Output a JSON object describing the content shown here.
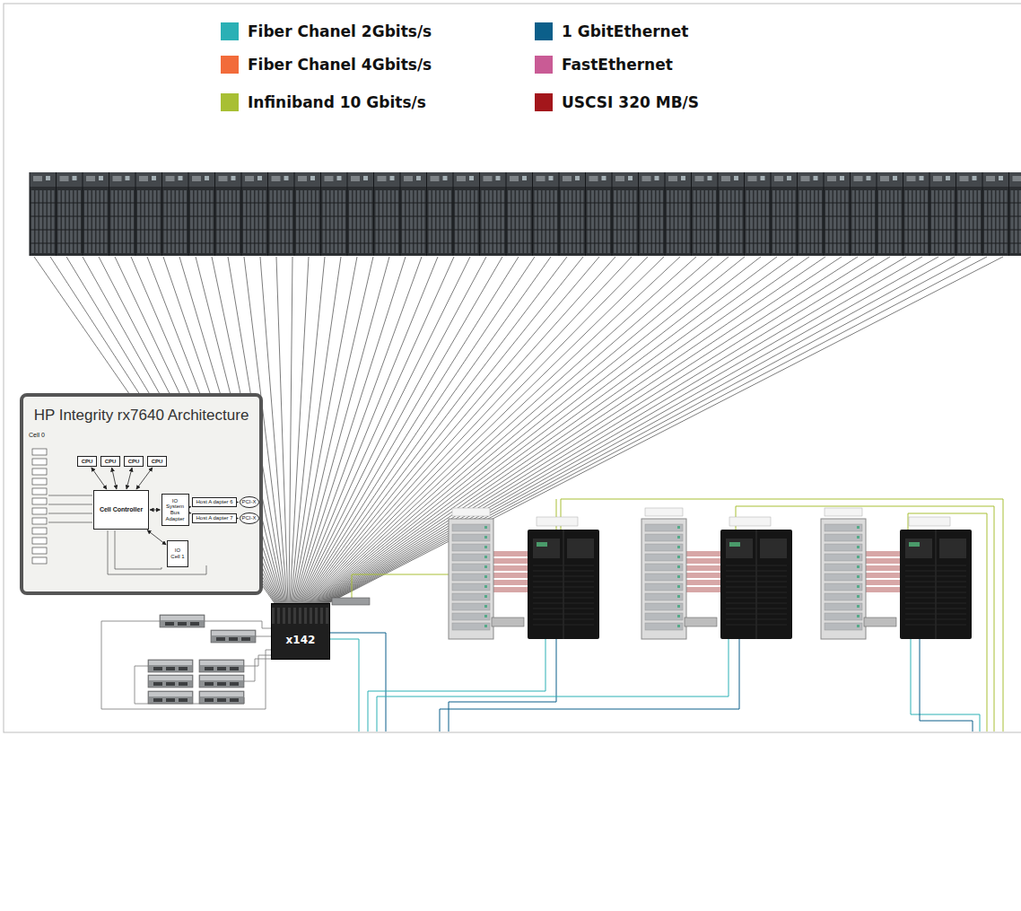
{
  "diagram": {
    "nodes": [
      {
        "text": [
          "HP Integrity rx7640 Architecture"
        ]
      },
      {
        "text": [
          "CPU"
        ],
        "in": 0
      },
      {
        "text": [
          "CPU"
        ],
        "in": 0
      },
      {
        "text": [
          "CPU"
        ],
        "in": 0
      },
      {
        "text": [
          "CPU"
        ],
        "in": 0
      },
      {
        "text": [
          "Cell Controller"
        ],
        "in": 0
      },
      {
        "text": [
          "IO System Bus Adapter"
        ],
        "in": 0
      },
      {
        "text": [
          "Host A dapter 6"
        ],
        "in": 0
      },
      {
        "text": [
          "Host A dapter 7"
        ],
        "in": 0
      },
      {
        "text": [
          "PCI-X"
        ],
        "in": 0
      },
      {
        "text": [
          "PCI-X"
        ],
        "in": 0
      },
      {
        "text": [
          "IO",
          "Cell 1"
        ],
        "in": 0
      },
      {
        "text": [
          "x142"
        ]
      }
    ],
    "edges": [
      {
        "from": 1,
        "to": 5,
        "arrow": "both"
      },
      {
        "from": 2,
        "to": 5,
        "arrow": "both"
      },
      {
        "from": 3,
        "to": 5,
        "arrow": "both"
      },
      {
        "from": 4,
        "to": 5,
        "arrow": "both"
      },
      {
        "from": 5,
        "to": 6,
        "arrow": "both"
      },
      {
        "from": 6,
        "to": 7,
        "arrow": "to"
      },
      {
        "from": 6,
        "to": 8,
        "arrow": "to"
      },
      {
        "from": 7,
        "to": 9,
        "arrow": "to"
      },
      {
        "from": 8,
        "to": 10,
        "arrow": "to"
      },
      {
        "from": 5,
        "to": 11,
        "arrow": "both"
      }
    ],
    "labels": [
      "Cell 0"
    ],
    "legend": [
      {
        "text": "Fiber Chanel 2Gbits/s",
        "color": "#2ab0b5"
      },
      {
        "text": "Fiber Chanel 4Gbits/s",
        "color": "#f26b3a"
      },
      {
        "text": "Infiniband 10 Gbits/s",
        "color": "#a8bf34"
      },
      {
        "text": "1 GbitEthernet",
        "color": "#0b5f8a"
      },
      {
        "text": "FastEthernet",
        "color": "#c95b95"
      },
      {
        "text": "USCSI 320 MB/S",
        "color": "#a3161b"
      }
    ]
  }
}
